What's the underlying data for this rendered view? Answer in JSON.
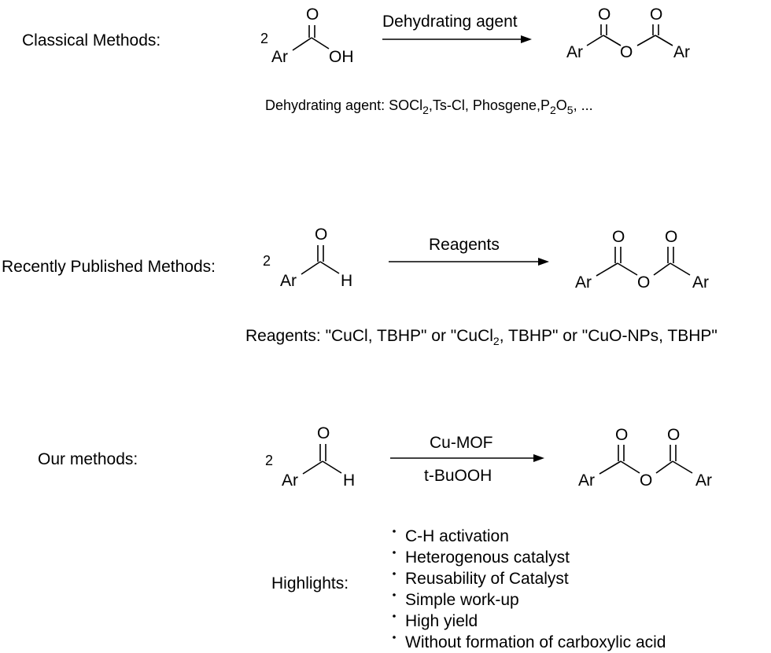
{
  "classical": {
    "label": "Classical Methods:",
    "coef": "2",
    "reactant": {
      "ar": "Ar",
      "o": "O",
      "oh": "OH"
    },
    "arrow_label": "Dehydrating agent",
    "product": {
      "ar1": "Ar",
      "o_bridge": "O",
      "ar2": "Ar",
      "o1": "O",
      "o2": "O"
    },
    "note": {
      "prefix": "Dehydrating agent: SOCl",
      "sub1": "2",
      "mid1": ",Ts-Cl, Phosgene,P",
      "sub2": "2",
      "mid2": "O",
      "sub3": "5",
      "suffix": ", ..."
    }
  },
  "recent": {
    "label": "Recently Published Methods:",
    "coef": "2",
    "reactant": {
      "ar": "Ar",
      "o": "O",
      "h": "H"
    },
    "arrow_label": "Reagents",
    "product": {
      "ar1": "Ar",
      "o_bridge": "O",
      "ar2": "Ar",
      "o1": "O",
      "o2": "O"
    },
    "note": {
      "prefix": "Reagents: \"CuCl, TBHP\" or \"CuCl",
      "sub1": "2",
      "suffix": ", TBHP\" or \"CuO-NPs, TBHP\""
    }
  },
  "ours": {
    "label": "Our methods:",
    "coef": "2",
    "reactant": {
      "ar": "Ar",
      "o": "O",
      "h": "H"
    },
    "arrow_top": "Cu-MOF",
    "arrow_bottom": "t-BuOOH",
    "product": {
      "ar1": "Ar",
      "o_bridge": "O",
      "ar2": "Ar",
      "o1": "O",
      "o2": "O"
    },
    "highlights_label": "Highlights:",
    "highlights": [
      "C-H activation",
      "Heterogenous catalyst",
      "Reusability of Catalyst",
      "Simple work-up",
      "High yield",
      "Without formation of carboxylic acid"
    ]
  }
}
